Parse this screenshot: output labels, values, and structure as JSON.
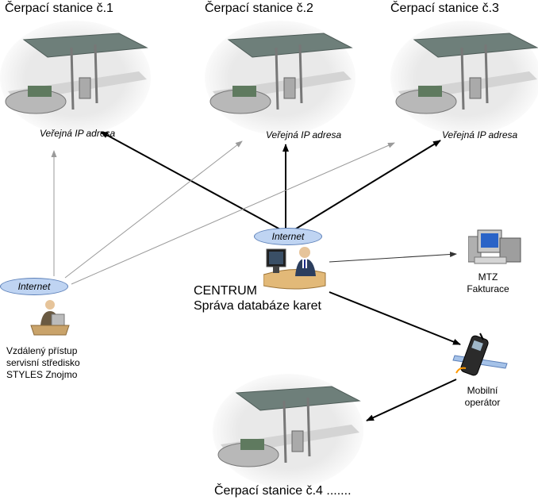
{
  "stations": [
    {
      "title": "Čerpací stanice č.1",
      "ip_label": "Veřejná IP adresa"
    },
    {
      "title": "Čerpací stanice č.2",
      "ip_label": "Veřejná IP adresa"
    },
    {
      "title": "Čerpací stanice č.3",
      "ip_label": "Veřejná IP adresa"
    },
    {
      "title": "Čerpací stanice č.4 ......."
    }
  ],
  "centrum": {
    "internet_label": "Internet",
    "line1": "CENTRUM",
    "line2": "Správa databáze karet"
  },
  "remote": {
    "internet_label": "Internet",
    "line1": "Vzdálený přístup",
    "line2": "servisní středisko",
    "line3": "STYLES Znojmo"
  },
  "mtz": {
    "line1": "MTZ",
    "line2": "Fakturace"
  },
  "mobile": {
    "line1": "Mobilní",
    "line2": "operátor"
  },
  "colors": {
    "badge_fill": "#bfd4f2",
    "badge_stroke": "#5b7fb8",
    "arrow": "#000000",
    "thin_line": "#9a9a9a"
  }
}
